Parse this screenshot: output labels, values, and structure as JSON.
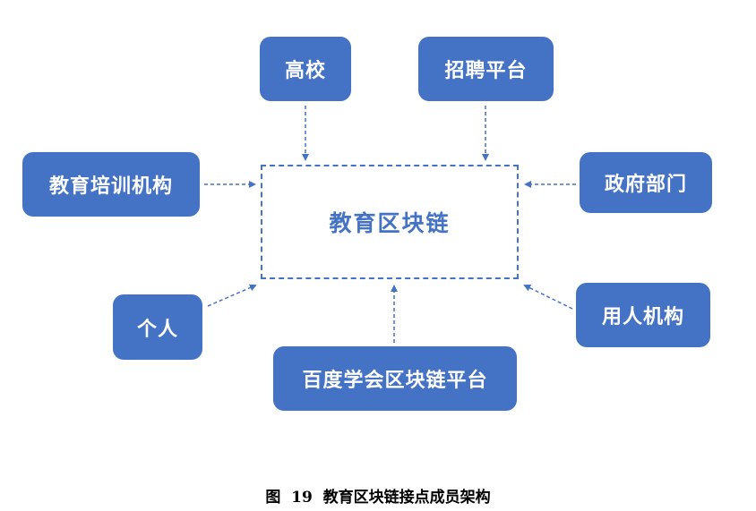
{
  "diagram": {
    "center": "教育区块链",
    "nodes": {
      "university": "高校",
      "recruitment": "招聘平台",
      "training": "教育培训机构",
      "government": "政府部门",
      "individual": "个人",
      "employer": "用人机构",
      "baidu": "百度学会区块链平台"
    },
    "colors": {
      "node_fill": "#4472c4",
      "node_text": "#ffffff",
      "center_border": "#4472c4",
      "center_text": "#4472c4"
    }
  },
  "caption": {
    "prefix": "图",
    "number": "19",
    "title": "教育区块链接点成员架构"
  }
}
